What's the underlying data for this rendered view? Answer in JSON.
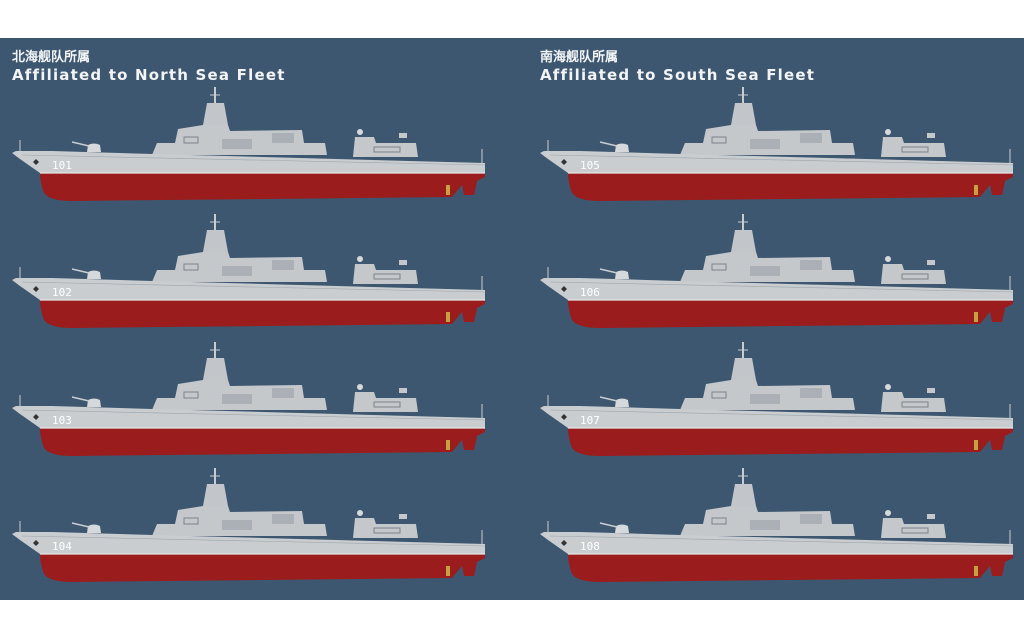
{
  "fleets": [
    {
      "title_zh": "北海舰队所属",
      "title_en": "Affiliated to North Sea Fleet",
      "ships": [
        "101",
        "102",
        "103",
        "104"
      ]
    },
    {
      "title_zh": "南海舰队所属",
      "title_en": "Affiliated to South Sea Fleet",
      "ships": [
        "105",
        "106",
        "107",
        "108"
      ]
    }
  ],
  "colors": {
    "background": "#3e5770",
    "hull_gray": "#c9cdd0",
    "hull_red": "#9b1c1c"
  }
}
